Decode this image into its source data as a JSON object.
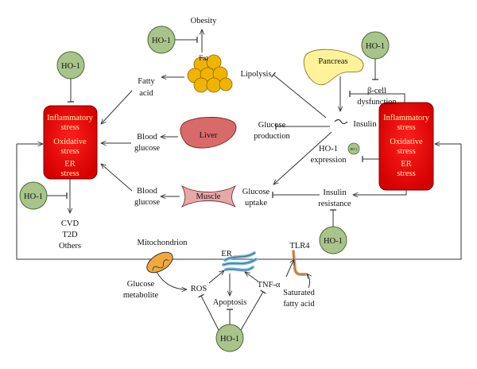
{
  "ho1": "HO-1",
  "ho1_small": "HO-1",
  "left_box": {
    "line1": "Inflammatory",
    "line2": "stress",
    "line3": "Oxidative",
    "line4": "stress",
    "line5": "ER",
    "line6": "stress"
  },
  "right_box": {
    "line1": "Inflammatory",
    "line2": "stress",
    "line3": "Oxidative",
    "line4": "stress",
    "line5": "ER",
    "line6": "stress"
  },
  "labels": {
    "obesity": "Obesity",
    "fat": "Fat",
    "fatty_acid_1": "Fatty",
    "fatty_acid_2": "acid",
    "lipolysis": "Lipolysis",
    "pancreas": "Pancreas",
    "beta_cell_1": "β-cell",
    "beta_cell_2": "dysfunction",
    "liver": "Liver",
    "blood_glucose_1a": "Blood",
    "blood_glucose_1b": "glucose",
    "glucose_production_1": "Glucose",
    "glucose_production_2": "production",
    "insulin": "Insulin",
    "ho1_expression_1": "HO-1",
    "ho1_expression_2": "expression",
    "muscle": "Muscle",
    "blood_glucose_2a": "Blood",
    "blood_glucose_2b": "glucose",
    "glucose_uptake_1": "Glucose",
    "glucose_uptake_2": "uptake",
    "insulin_resistance_1": "Insulin",
    "insulin_resistance_2": "resistance",
    "cvd": "CVD",
    "t2d": "T2D",
    "others": "Others",
    "mitochondrion": "Mitochondrion",
    "er": "ER",
    "tlr4": "TLR4",
    "glucose_metabolite_1": "Glucose",
    "glucose_metabolite_2": "metabolite",
    "ros": "ROS",
    "tnf": "TNF-α",
    "apoptosis": "Apoptosis",
    "saturated_1": "Saturated",
    "saturated_2": "fatty acid"
  },
  "colors": {
    "ho1_circle": "#a8c48a",
    "stress_box": "#e8000b",
    "fat": "#f0b400",
    "liver": "#d96a6a",
    "muscle": "#e8a8a8",
    "pancreas": "#fff29a",
    "mitochondrion": "#f2a83c",
    "er": "#7ab8d8",
    "tlr4": "#d9a070"
  }
}
